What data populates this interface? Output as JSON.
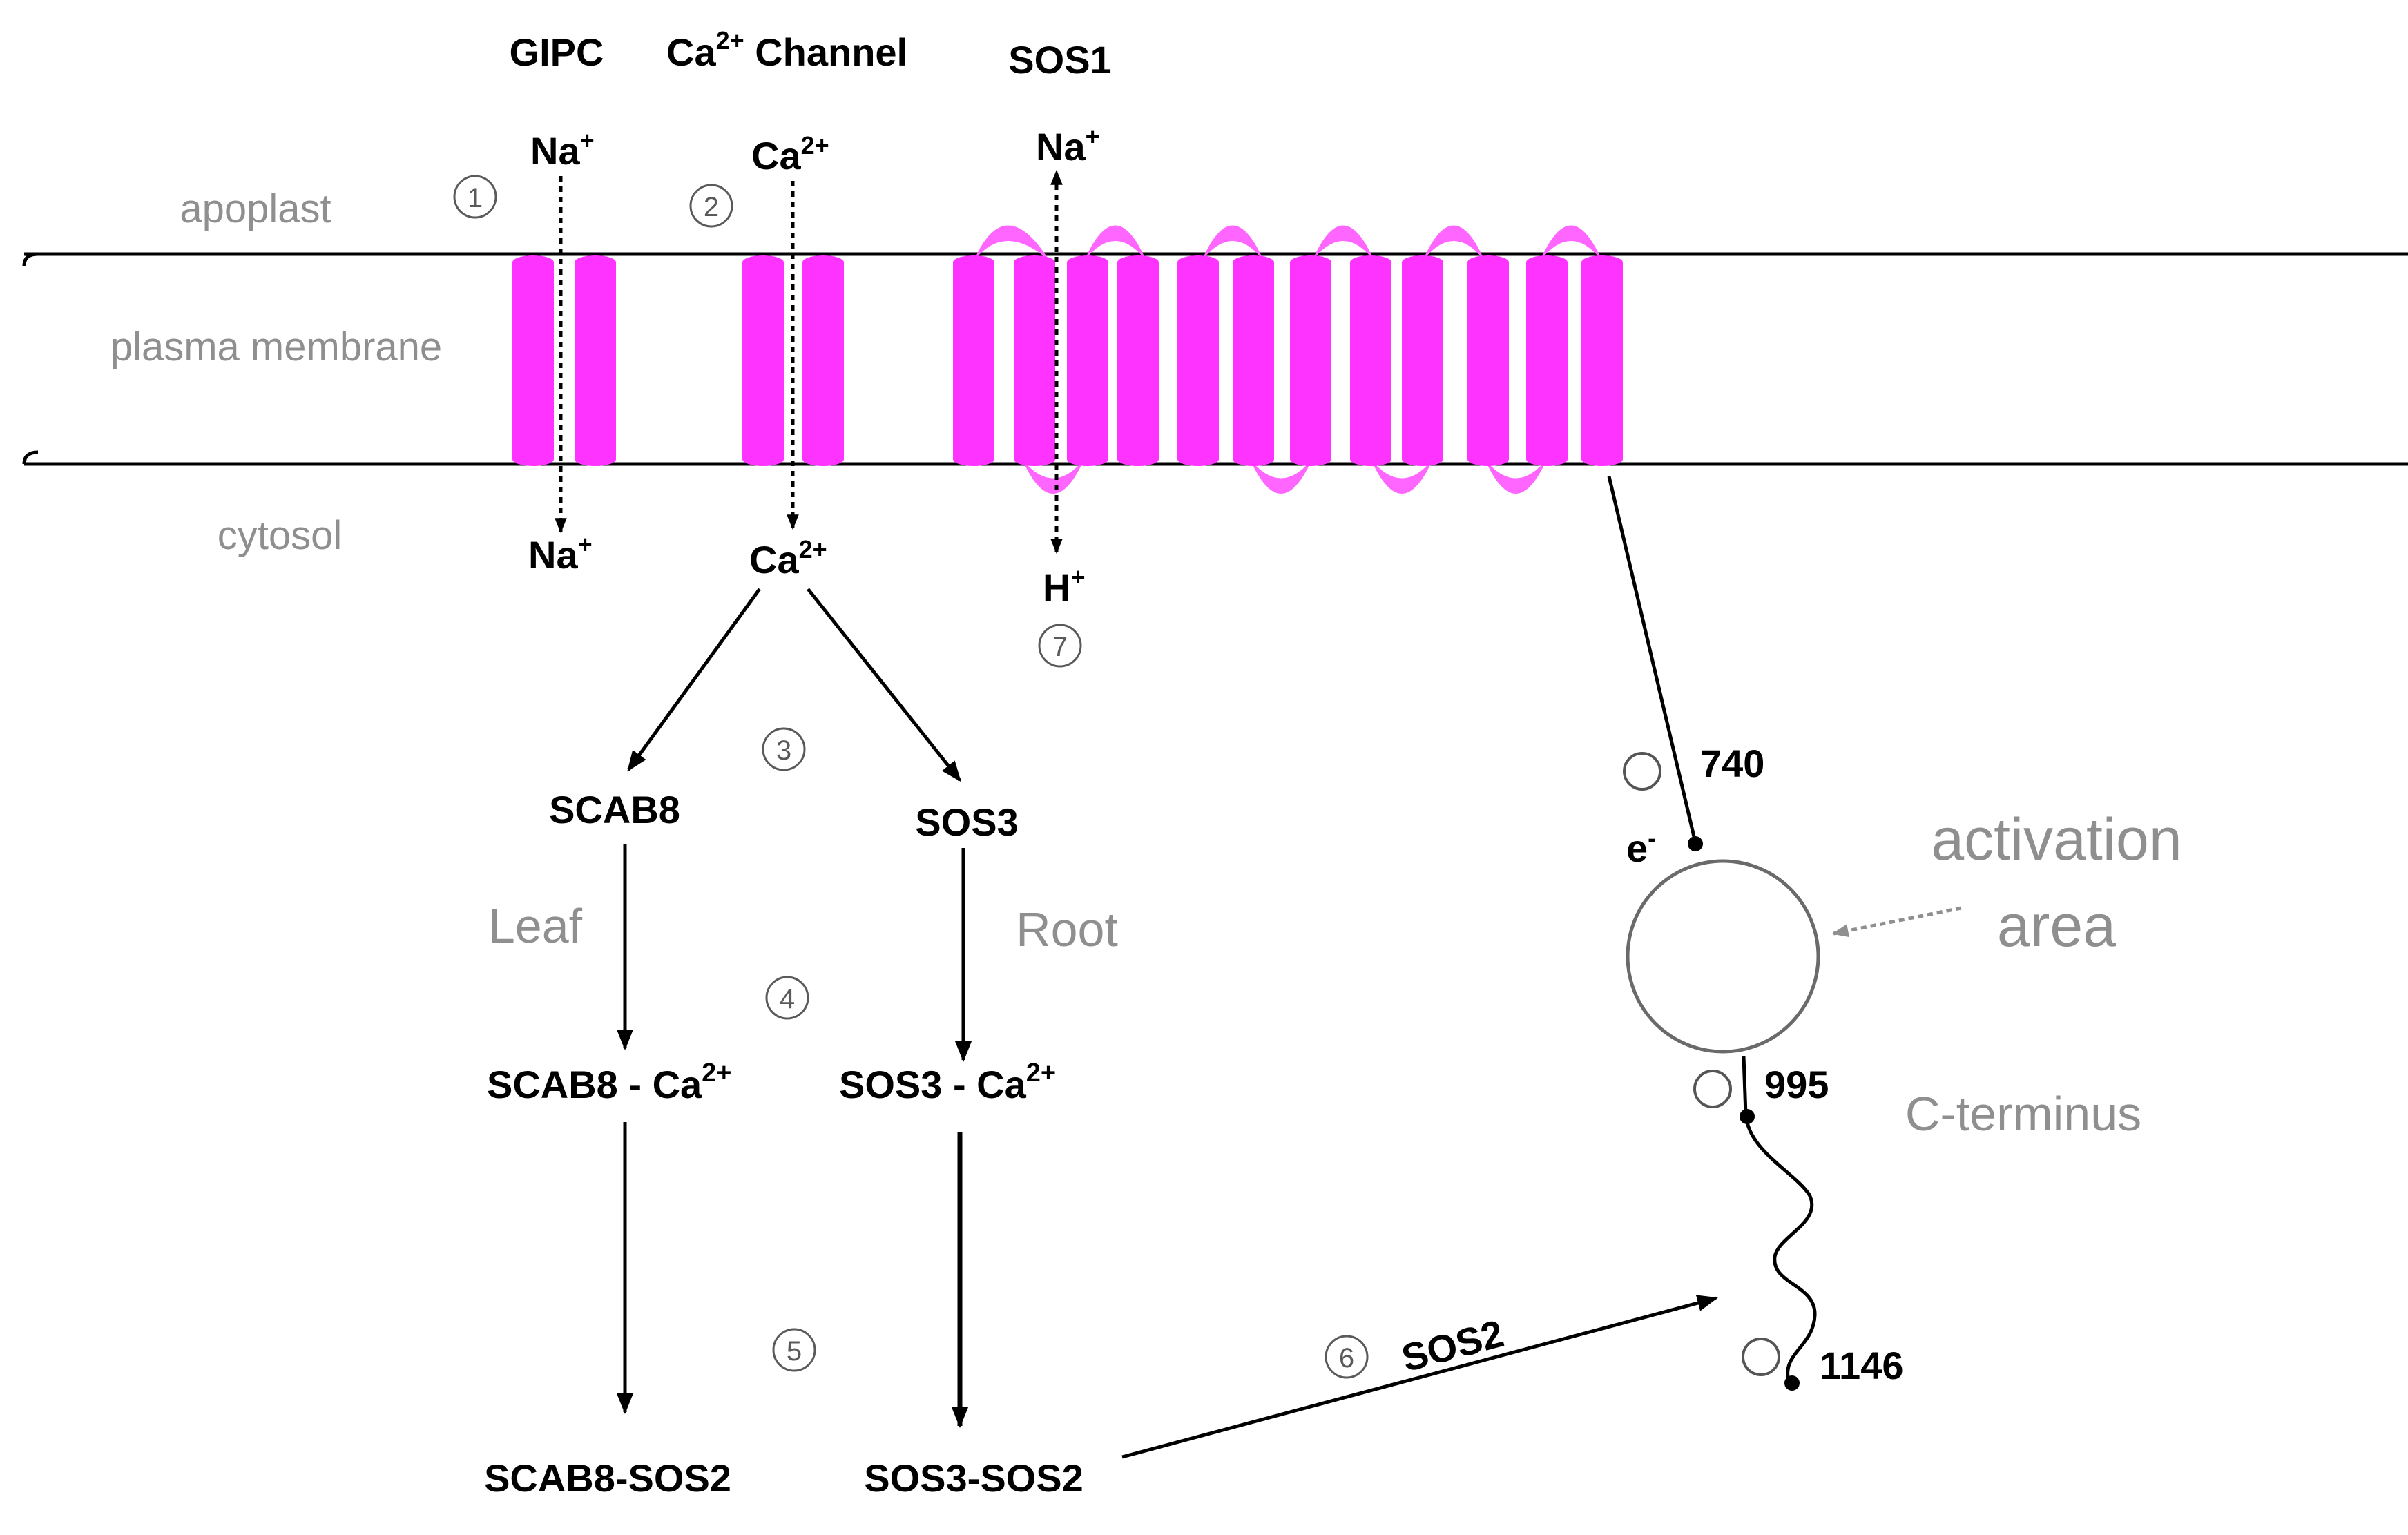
{
  "colors": {
    "helix": "#ff33ff",
    "loop": "#ff66ff",
    "membrane_line": "#000000",
    "zone_text": "#8f8f8f",
    "step_marker": "#5a5a5a"
  },
  "header": {
    "gipc": "GIPC",
    "channel_ca": "Ca",
    "channel_sup": "2+",
    "channel_word": " Channel",
    "sos1": "SOS1"
  },
  "zones": {
    "apoplast": "apoplast",
    "membrane": "plasma membrane",
    "cytosol": "cytosol"
  },
  "ions": {
    "na_in": {
      "base": "Na",
      "sup": "+"
    },
    "na_out": {
      "base": "Na",
      "sup": "+"
    },
    "ca_in": {
      "base": "Ca",
      "sup": "2+"
    },
    "ca_out": {
      "base": "Ca",
      "sup": "2+"
    },
    "na_sos1": {
      "base": "Na",
      "sup": "+"
    },
    "h_sos1": {
      "base": "H",
      "sup": "+"
    }
  },
  "steps": {
    "s1": "1",
    "s2": "2",
    "s3": "3",
    "s4": "4",
    "s5": "5",
    "s6": "6",
    "s7": "7"
  },
  "pathway": {
    "scab8": "SCAB8",
    "sos3": "SOS3",
    "leaf": "Leaf",
    "root": "Root",
    "scab8_ca": {
      "base": "SCAB8 - Ca",
      "sup": "2+"
    },
    "sos3_ca": {
      "base": "SOS3 - Ca",
      "sup": "2+"
    },
    "scab8_sos2": "SCAB8-SOS2",
    "sos3_sos2": "SOS3-SOS2",
    "sos2": "SOS2"
  },
  "cterm": {
    "r740": "740",
    "r995": "995",
    "r1146": "1146",
    "electron": {
      "base": "e",
      "sup": "-"
    },
    "activation_1": "activation",
    "activation_2": "area",
    "cterminus": "C-terminus"
  }
}
